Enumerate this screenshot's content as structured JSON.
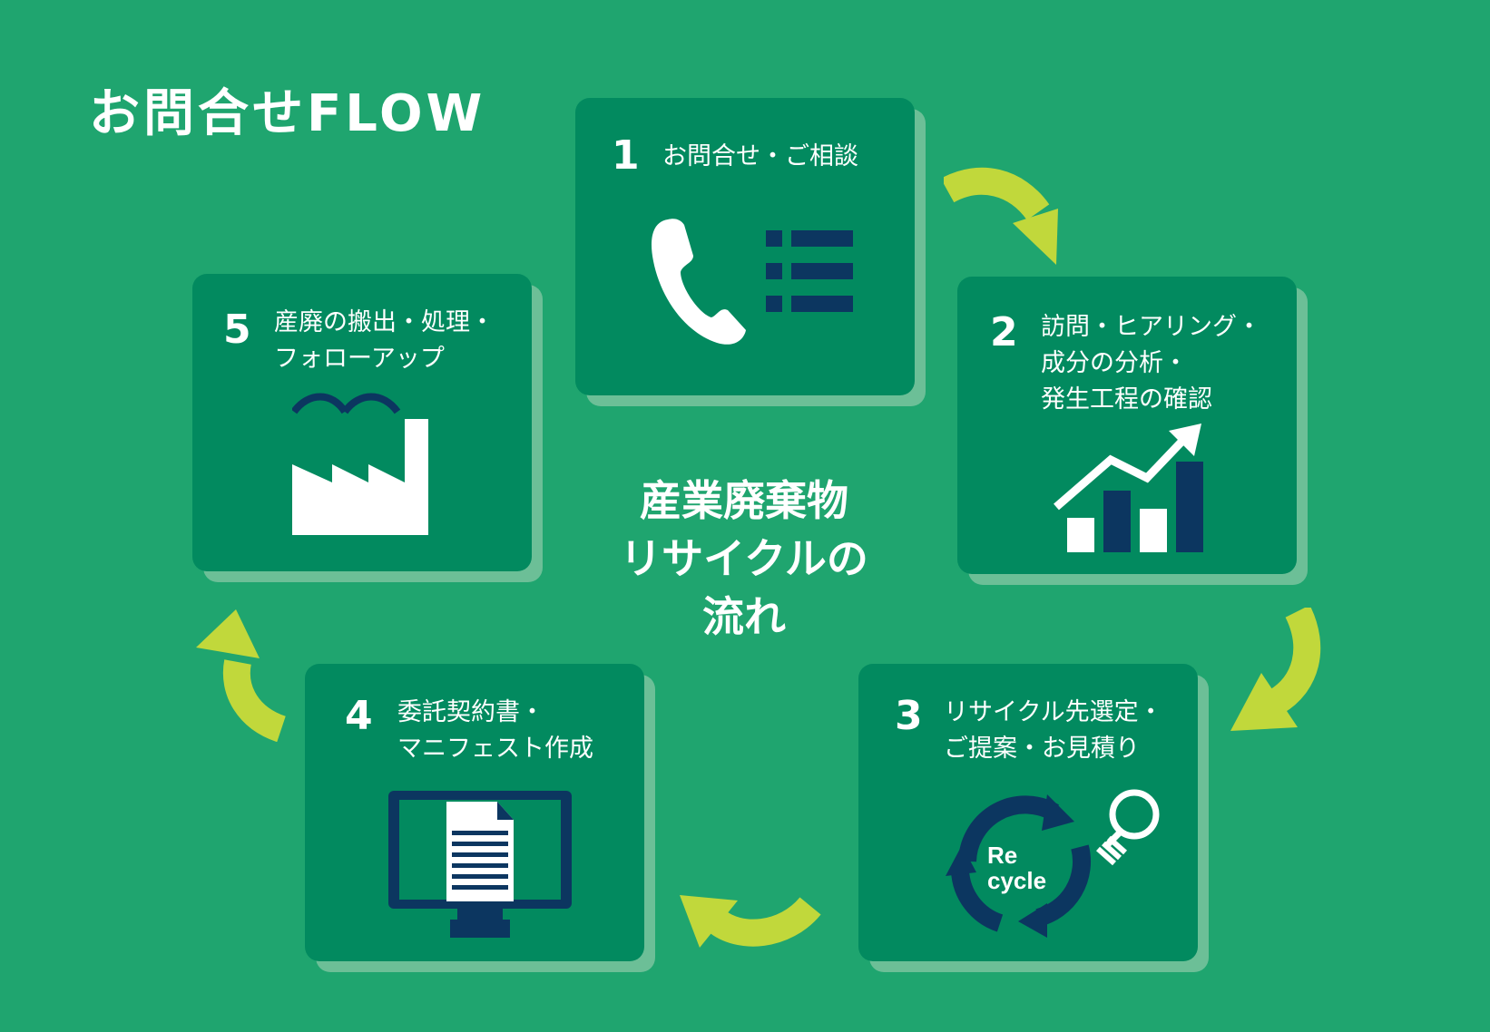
{
  "title": "お問合せFLOW",
  "center_title": "産業廃棄物\nリサイクルの\n流れ",
  "colors": {
    "background": "#1fa56f",
    "card": "#028a5f",
    "card_shadow": "#6cbf97",
    "arrow": "#c1d83b",
    "icon_navy": "#0c3660",
    "icon_white": "#ffffff"
  },
  "steps": [
    {
      "number": "1",
      "label": "お問合せ・ご相談",
      "icon": "phone-list-icon"
    },
    {
      "number": "2",
      "label": "訪問・ヒアリング・\n成分の分析・\n発生工程の確認",
      "icon": "growth-chart-icon"
    },
    {
      "number": "3",
      "label": "リサイクル先選定・\nご提案・お見積り",
      "icon": "recycle-lightbulb-icon",
      "icon_text_1": "Re",
      "icon_text_2": "cycle"
    },
    {
      "number": "4",
      "label": "委託契約書・\nマニフェスト作成",
      "icon": "monitor-document-icon"
    },
    {
      "number": "5",
      "label": "産廃の搬出・処理・\nフォローアップ",
      "icon": "factory-icon"
    }
  ]
}
